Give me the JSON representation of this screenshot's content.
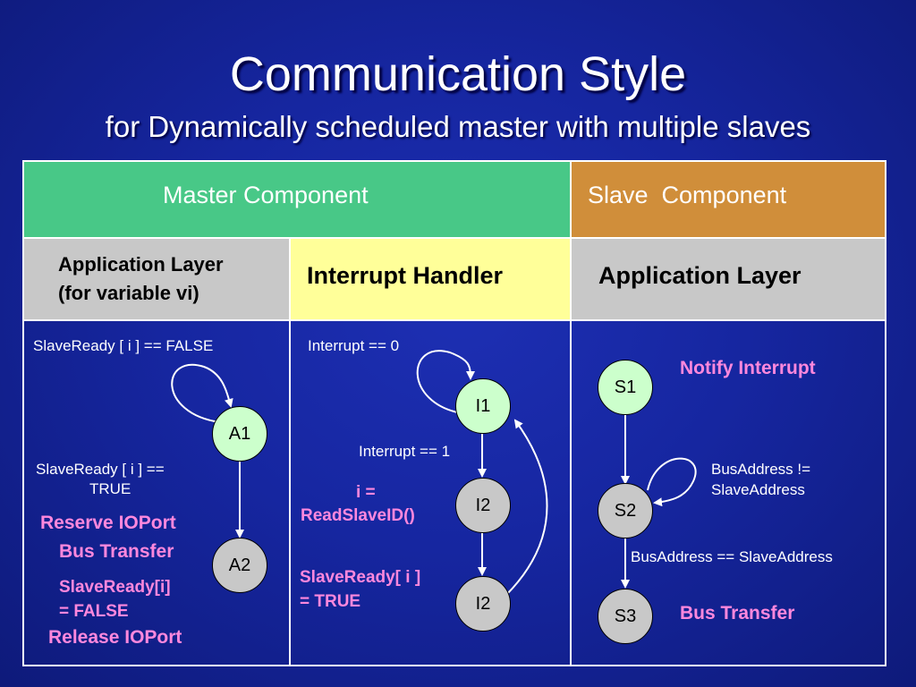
{
  "title": "Communication Style",
  "subtitle": "for Dynamically scheduled master with multiple slaves",
  "headers": {
    "master": "Master Component",
    "slave": "Slave  Component"
  },
  "subheaders": {
    "app_layer_line1": "Application Layer",
    "app_layer_line2": "(for variable vi)",
    "interrupt_handler": "Interrupt Handler",
    "slave_app_layer": "Application Layer"
  },
  "master_app": {
    "cond_false": "SlaveReady [ i  ] == FALSE",
    "node_a1": "A1",
    "cond_true_line1": "SlaveReady [ i ] ==",
    "cond_true_line2": "TRUE",
    "action1_line1": "Reserve IOPort",
    "action1_line2": "Bus Transfer",
    "node_a2": "A2",
    "action2_line1": "SlaveReady[i]",
    "action2_line2": "= FALSE",
    "action2_line3": "Release IOPort"
  },
  "interrupt": {
    "cond_zero": "Interrupt == 0",
    "node_i1": "I1",
    "cond_one": "Interrupt == 1",
    "action1_line1": "i =",
    "action1_line2": "ReadSlaveID()",
    "node_i2a": "I2",
    "action2_line1": "SlaveReady[ i ]",
    "action2_line2": "= TRUE",
    "node_i2b": "I2"
  },
  "slave_app": {
    "node_s1": "S1",
    "action_notify": "Notify Interrupt",
    "node_s2": "S2",
    "cond_neq_line1": "BusAddress !=",
    "cond_neq_line2": "SlaveAddress",
    "cond_eq": "BusAddress == SlaveAddress",
    "node_s3": "S3",
    "action_transfer": "Bus Transfer"
  }
}
